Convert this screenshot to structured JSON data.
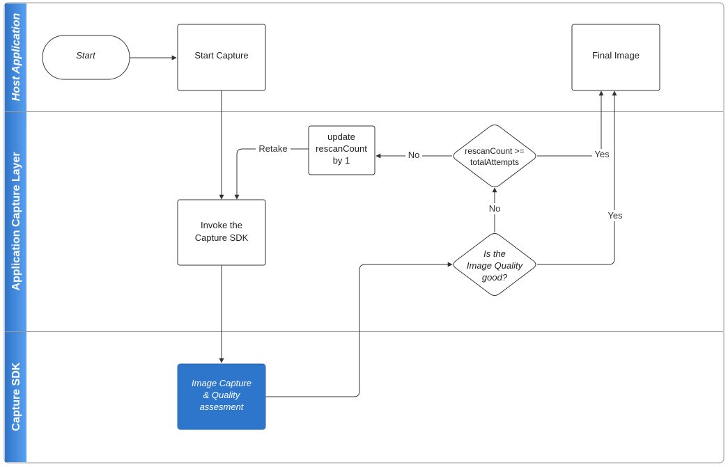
{
  "lanes": {
    "host": "Host Application",
    "app": "Application Capture Layer",
    "sdk": "Capture SDK"
  },
  "nodes": {
    "start": "Start",
    "start_capture": "Start Capture",
    "final_image": "Final Image",
    "update_line1": "update",
    "update_line2": "rescanCount",
    "update_line3": "by 1",
    "rescan_line1": "rescanCount >=",
    "rescan_line2": "totalAttempts",
    "invoke_line1": "Invoke the",
    "invoke_line2": "Capture SDK",
    "quality_line1": "Is the",
    "quality_line2": "Image Quality",
    "quality_line3": "good?",
    "capture_line1": "Image Capture",
    "capture_line2": "& Quality",
    "capture_line3": "assesment"
  },
  "edges": {
    "retake": "Retake",
    "no_left": "No",
    "yes_top": "Yes",
    "no_up": "No",
    "yes_right": "Yes"
  },
  "colors": {
    "lane_header": "#2f74c8",
    "lane_header_light": "#5aa0f0",
    "sdk_node_fill": "#2e76cc",
    "line": "#333333"
  }
}
